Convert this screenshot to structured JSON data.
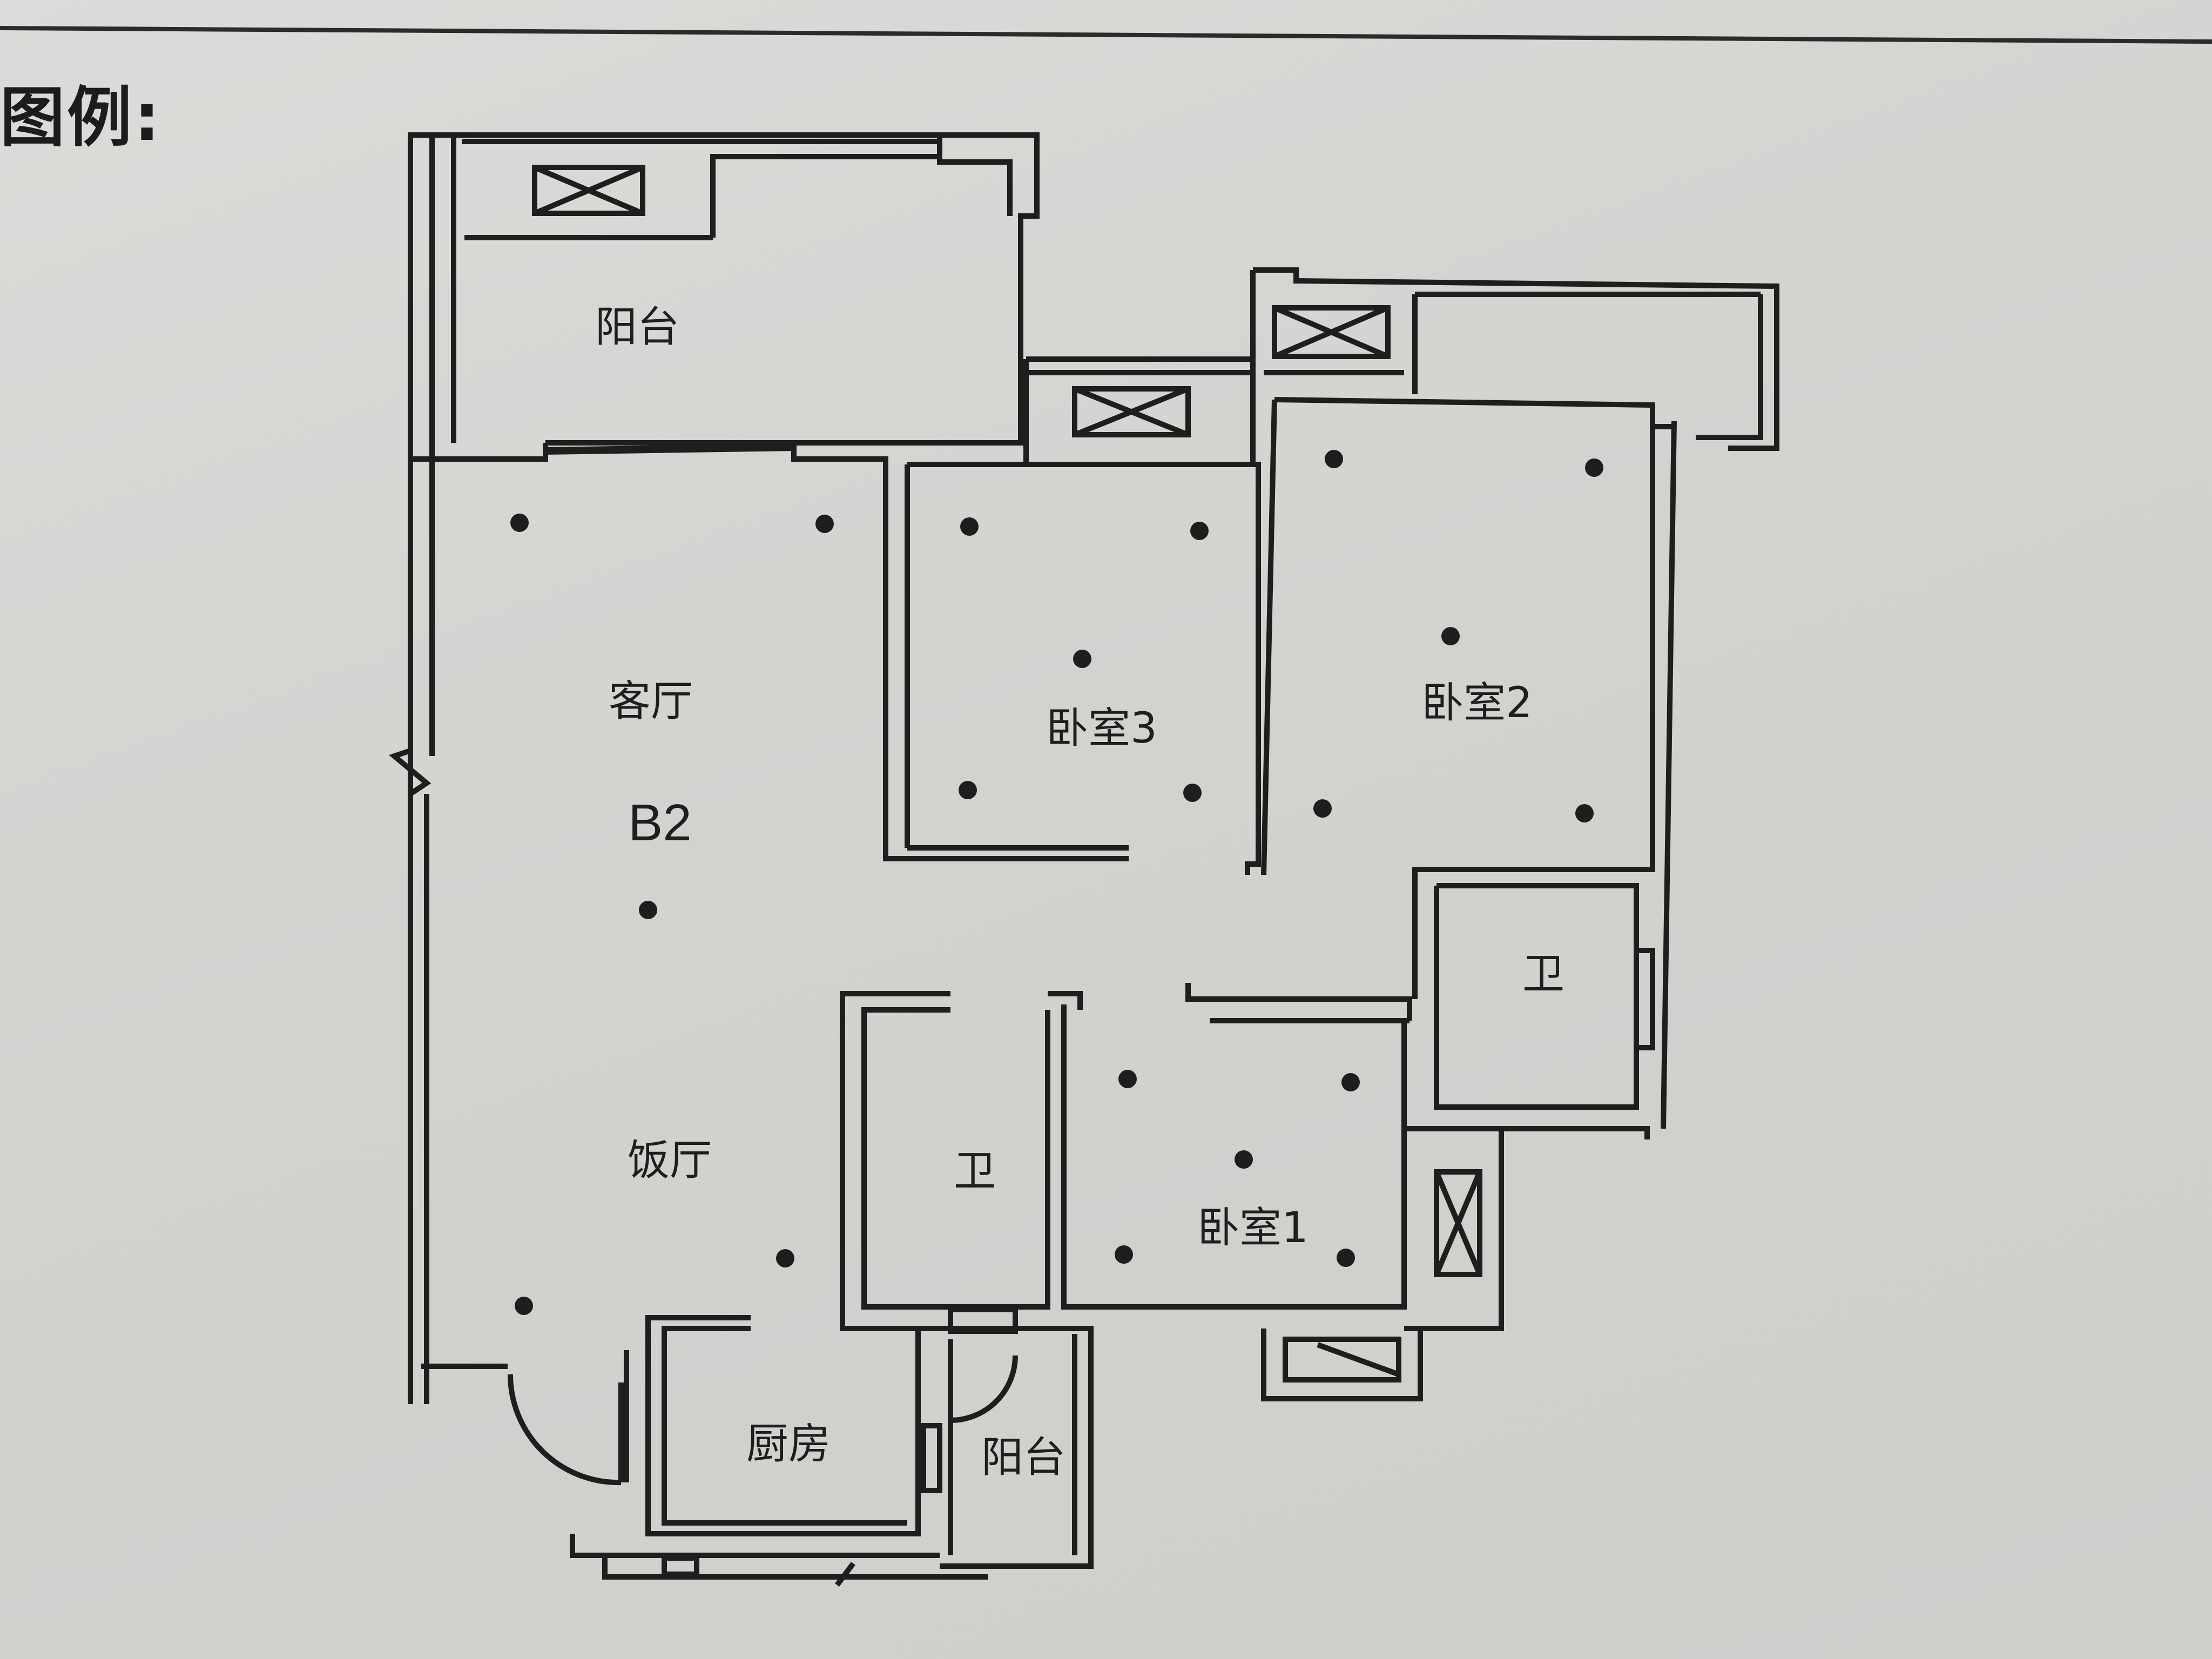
{
  "legend": {
    "title": "图例:"
  },
  "plan": {
    "unit_code": "B2",
    "rooms": {
      "balcony_north": "阳台",
      "living_room": "客厅",
      "bedroom_3": "卧室3",
      "bedroom_2": "卧室2",
      "bathroom_east": "卫",
      "dining_room": "饭厅",
      "bathroom_center": "卫",
      "bedroom_1": "卧室1",
      "kitchen": "厨房",
      "balcony_south": "阳台"
    }
  },
  "colors": {
    "paper": "#d4d3d1",
    "ink": "#1e1e1e",
    "fill": "#e6e5e3"
  }
}
